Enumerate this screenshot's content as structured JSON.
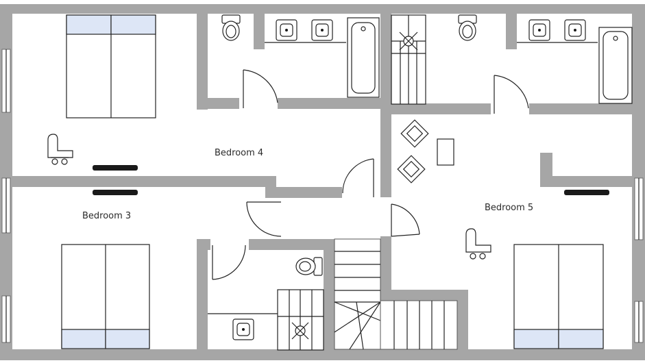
{
  "rooms": {
    "bedroom_4": "Bedroom 4",
    "bedroom_3": "Bedroom 3",
    "bedroom_5": "Bedroom 5"
  },
  "icons": {
    "bed": "double-bed-icon",
    "toilet": "toilet-icon",
    "basin": "wash-basin-icon",
    "bath": "bathtub-icon",
    "shower": "shower-icon",
    "chair": "desk-chair-icon",
    "radiator": "radiator-icon",
    "door": "door-swing-icon",
    "stairs": "staircase-icon"
  },
  "colors": {
    "wall": "#a6a6a6",
    "bed_pillow": "#dde6f6",
    "line": "#222222"
  }
}
